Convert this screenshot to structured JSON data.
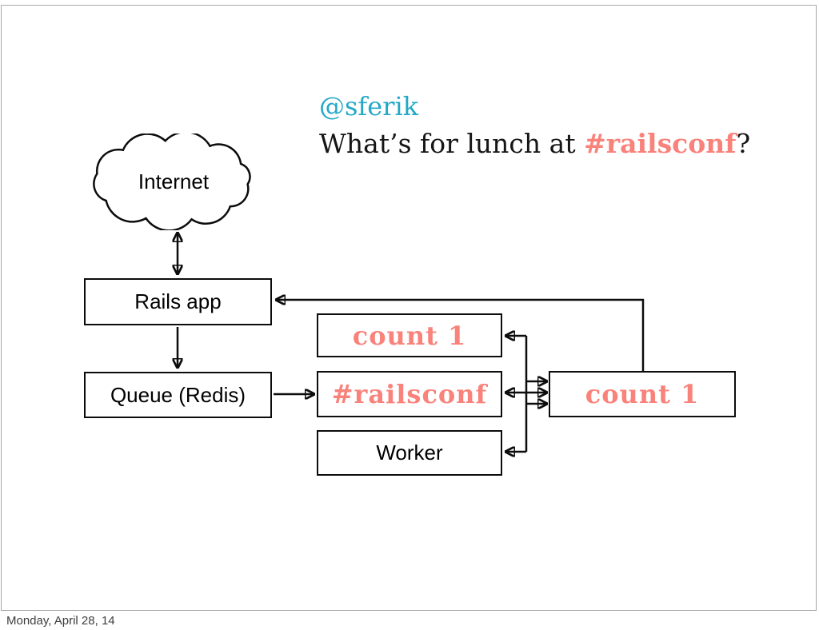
{
  "title": {
    "handle": "@sferik",
    "question_prefix": "What’s for lunch at ",
    "question_hashtag": "#railsconf",
    "question_suffix": "?"
  },
  "diagram": {
    "nodes": {
      "internet": {
        "label": "Internet"
      },
      "rails_app": {
        "label": "Rails app"
      },
      "queue": {
        "label": "Queue (Redis)"
      },
      "count_top": {
        "label": "count 1"
      },
      "hashtag": {
        "label": "#railsconf"
      },
      "worker": {
        "label": "Worker"
      },
      "count_right": {
        "label": "count 1"
      }
    },
    "icons": {
      "internet_shape": "cloud-icon"
    }
  },
  "colors": {
    "accent_salmon": "#F9827B",
    "accent_teal": "#23A9C7",
    "box_border": "#0C0C0C",
    "slide_border": "#A9A9A9"
  },
  "footer": {
    "date": "Monday, April 28, 14"
  }
}
